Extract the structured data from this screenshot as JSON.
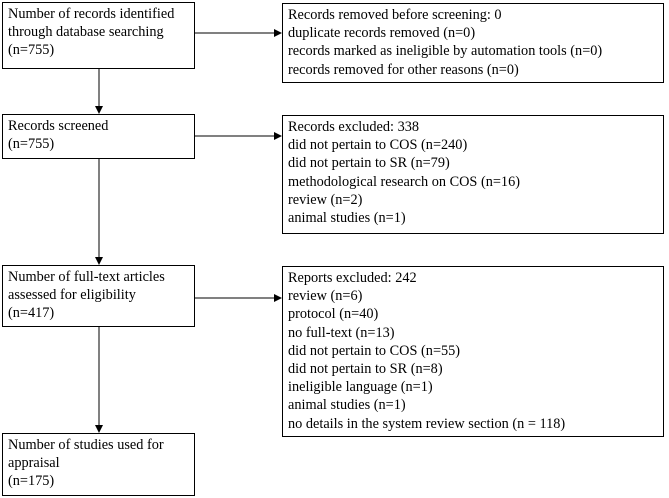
{
  "flow_boxes": {
    "identified": [
      "Number of records identified",
      "through database searching",
      "(n=755)"
    ],
    "screened": [
      "Records screened",
      "(n=755)"
    ],
    "full_text": [
      "Number of full-text articles",
      "assessed for eligibility",
      "(n=417)"
    ],
    "included": [
      "Number of studies used for",
      "appraisal",
      "(n=175)"
    ]
  },
  "side_boxes": {
    "removed": [
      "Records removed before screening: 0",
      "duplicate records removed  (n=0)",
      "records marked as ineligible by automation tools (n=0)",
      "records removed for other reasons (n=0)"
    ],
    "excluded": [
      "Records excluded: 338",
      "did not pertain to COS (n=240)",
      "did not pertain to SR (n=79)",
      "methodological research on COS (n=16)",
      "review (n=2)",
      "animal studies (n=1)"
    ],
    "reports_excluded": [
      "Reports excluded: 242",
      "review (n=6)",
      "protocol (n=40)",
      "no full-text (n=13)",
      "did not pertain to COS (n=55)",
      "did not pertain to SR (n=8)",
      "ineligible language (n=1)",
      "animal studies (n=1)",
      "no details in the system review section (n = 118)"
    ]
  }
}
